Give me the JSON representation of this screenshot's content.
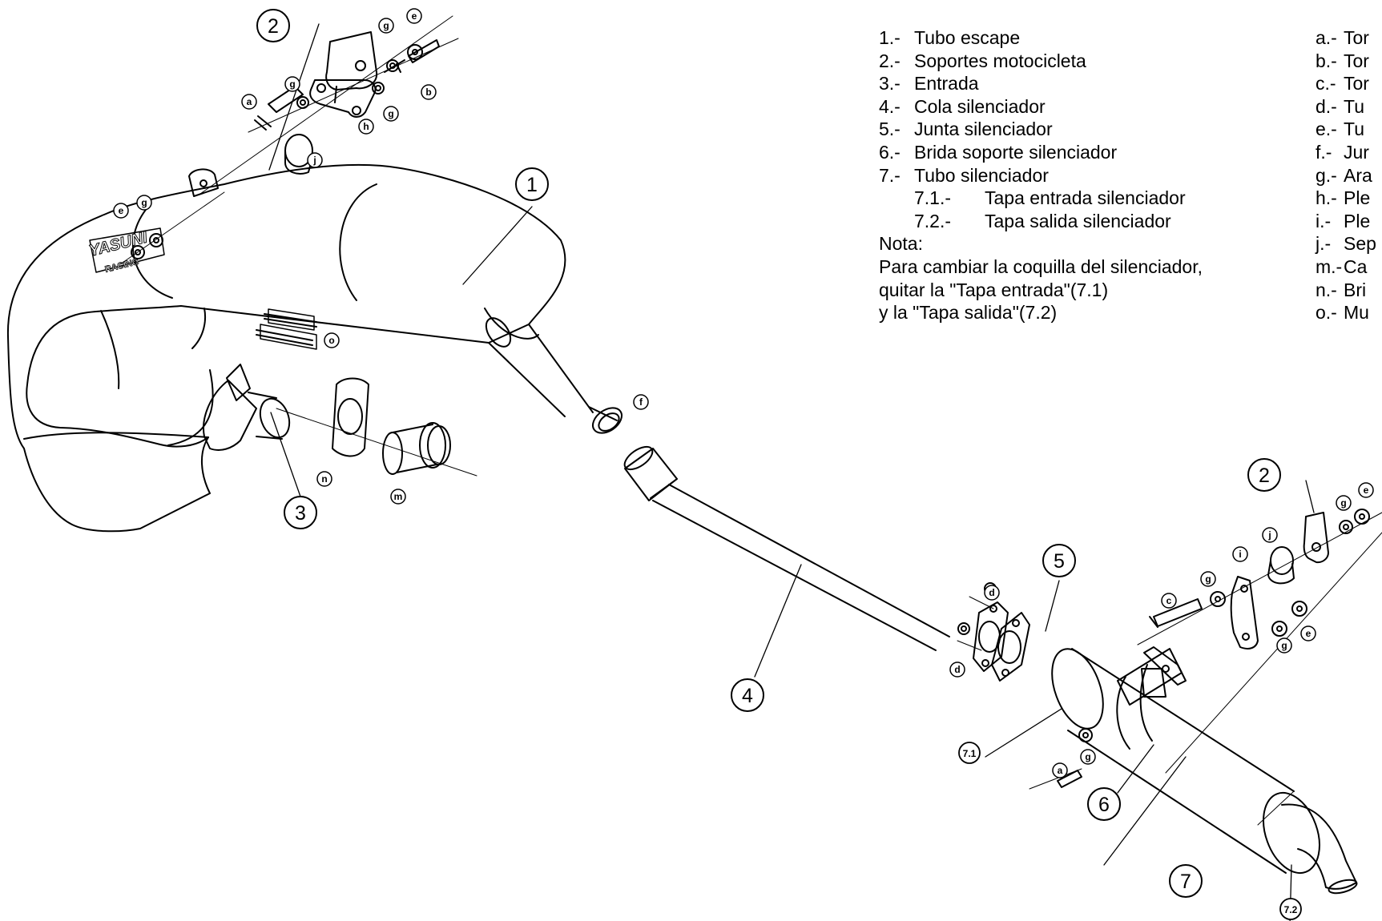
{
  "legend_parts": [
    {
      "num": "1.-",
      "text": "Tubo escape"
    },
    {
      "num": "2.-",
      "text": "Soportes motocicleta"
    },
    {
      "num": "3.-",
      "text": "Entrada"
    },
    {
      "num": "4.-",
      "text": "Cola silenciador"
    },
    {
      "num": "5.-",
      "text": "Junta silenciador"
    },
    {
      "num": "6.-",
      "text": "Brida soporte silenciador"
    },
    {
      "num": "7.-",
      "text": "Tubo silenciador"
    }
  ],
  "legend_subparts": [
    {
      "num": "7.1.-",
      "text": "Tapa entrada silenciador"
    },
    {
      "num": "7.2.-",
      "text": "Tapa salida silenciador"
    }
  ],
  "note": {
    "heading": "Nota:",
    "lines": [
      "Para cambiar la coquilla del silenciador,",
      "quitar la \"Tapa entrada\"(7.1)",
      "y la \"Tapa salida\"(7.2)"
    ]
  },
  "legend_hardware": [
    {
      "num": "a.-",
      "text": "Tor"
    },
    {
      "num": "b.-",
      "text": "Tor"
    },
    {
      "num": "c.-",
      "text": "Tor"
    },
    {
      "num": "d.-",
      "text": "Tu"
    },
    {
      "num": "e.-",
      "text": "Tu"
    },
    {
      "num": "f.-",
      "text": "Jur"
    },
    {
      "num": "g.-",
      "text": "Ara"
    },
    {
      "num": "h.-",
      "text": "Ple"
    },
    {
      "num": "i.-",
      "text": "Ple"
    },
    {
      "num": "j.-",
      "text": "Sep"
    },
    {
      "num": "m.-",
      "text": "Ca"
    },
    {
      "num": "n.-",
      "text": "Bri"
    },
    {
      "num": "o.-",
      "text": "Mu"
    }
  ],
  "brand_logo": "YASUNI RACING",
  "callouts_main": [
    "1",
    "2",
    "2",
    "3",
    "4",
    "5",
    "6",
    "7",
    "7.1",
    "7.2"
  ],
  "callouts_small": [
    "a",
    "a",
    "b",
    "c",
    "d",
    "d",
    "e",
    "e",
    "e",
    "e",
    "f",
    "g",
    "g",
    "g",
    "g",
    "g",
    "g",
    "g",
    "g",
    "h",
    "i",
    "j",
    "j",
    "m",
    "n",
    "o"
  ]
}
